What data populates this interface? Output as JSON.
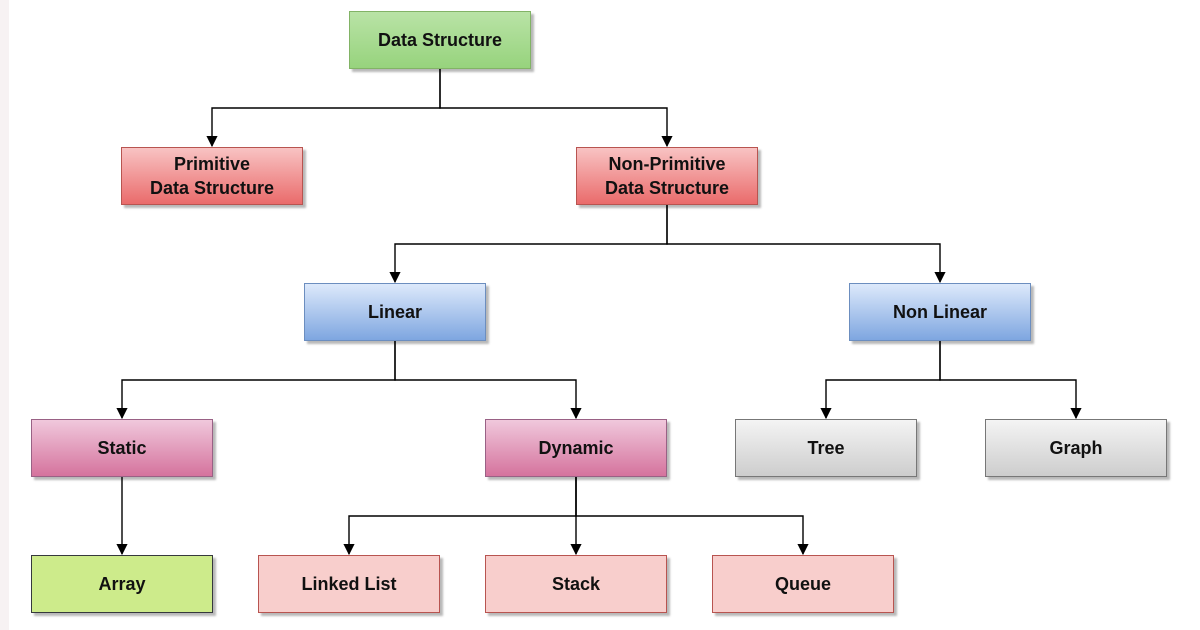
{
  "nodes": {
    "data_structure": "Data Structure",
    "primitive": [
      "Primitive",
      "Data Structure"
    ],
    "non_primitive": [
      "Non-Primitive",
      "Data Structure"
    ],
    "linear": "Linear",
    "non_linear": "Non Linear",
    "static": "Static",
    "dynamic": "Dynamic",
    "tree": "Tree",
    "graph": "Graph",
    "array": "Array",
    "linked_list": "Linked List",
    "stack": "Stack",
    "queue": "Queue"
  },
  "edges": [
    [
      "data_structure",
      "primitive"
    ],
    [
      "data_structure",
      "non_primitive"
    ],
    [
      "non_primitive",
      "linear"
    ],
    [
      "non_primitive",
      "non_linear"
    ],
    [
      "linear",
      "static"
    ],
    [
      "linear",
      "dynamic"
    ],
    [
      "non_linear",
      "tree"
    ],
    [
      "non_linear",
      "graph"
    ],
    [
      "static",
      "array"
    ],
    [
      "dynamic",
      "linked_list"
    ],
    [
      "dynamic",
      "stack"
    ],
    [
      "dynamic",
      "queue"
    ]
  ],
  "colors": {
    "root": "#97d37d",
    "category": "#ea6b6b",
    "linearity": "#7ea6e0",
    "allocation": "#d5739d",
    "nonlinear_types": "#cdcdcd",
    "array": "#cdeb8b",
    "dynamic_types": "#f8cecc",
    "connector": "#000000"
  }
}
